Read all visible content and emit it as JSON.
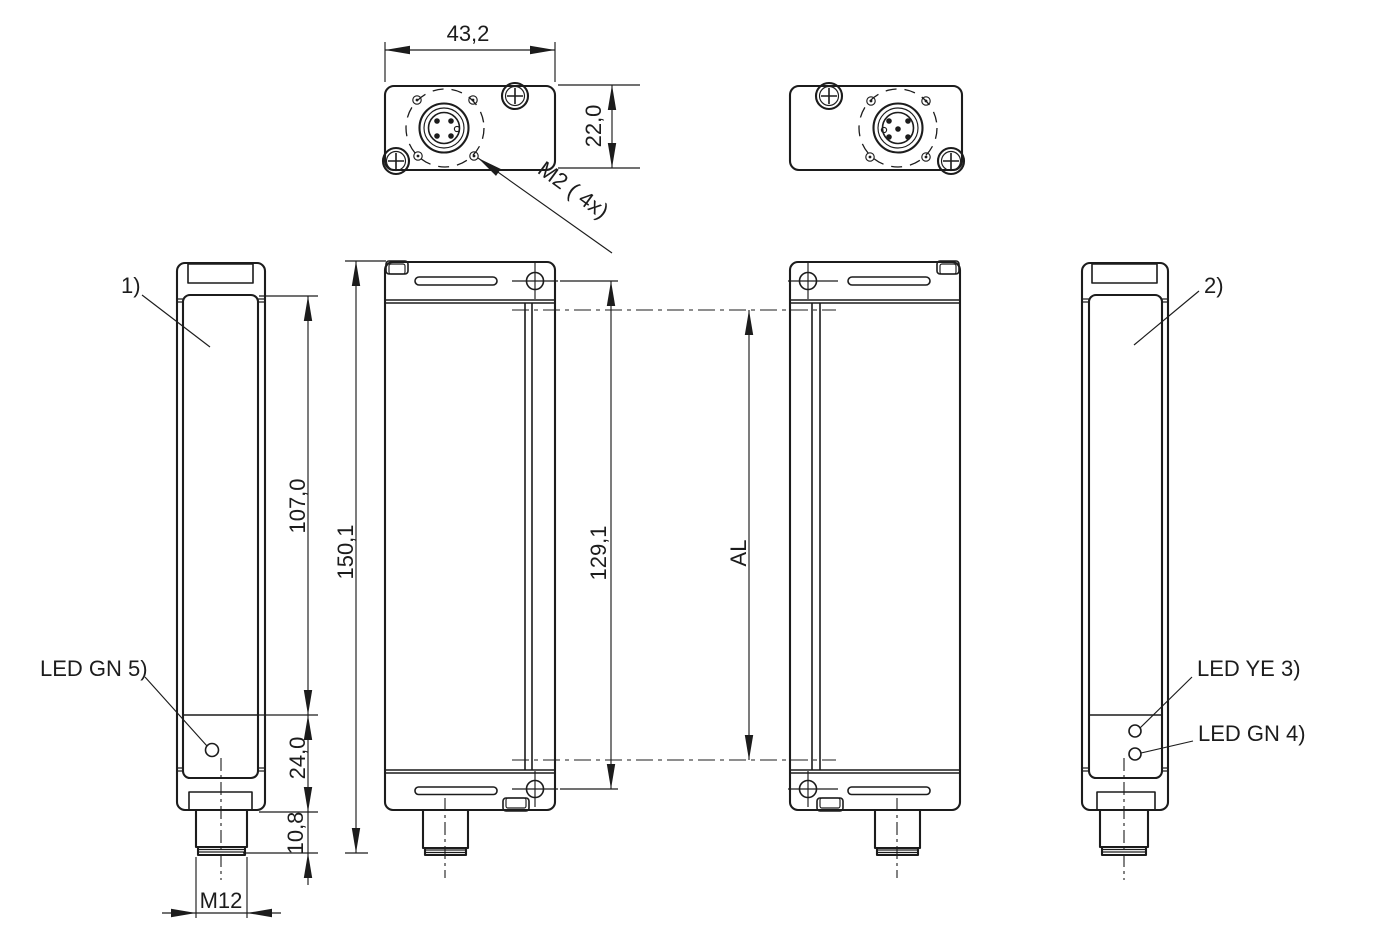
{
  "drawing": {
    "kind": "technical-dimension-drawing",
    "colors": {
      "ink": "#1c1c1c",
      "paper": "#ffffff"
    },
    "dims": {
      "top_width": "43,2",
      "top_height": "22,0",
      "m2_screws": "M2 ( 4x)",
      "window_height": "107,0",
      "total_height": "150,1",
      "hole_spacing": "129,1",
      "active_length": "AL",
      "cap_height": "24,0",
      "plug_height": "10,8",
      "plug_thread": "M12"
    },
    "callouts": {
      "ref1": "1)",
      "ref2": "2)",
      "led_gn_5": "LED GN 5)",
      "led_ye_3": "LED YE 3)",
      "led_gn_4": "LED GN 4)"
    }
  }
}
